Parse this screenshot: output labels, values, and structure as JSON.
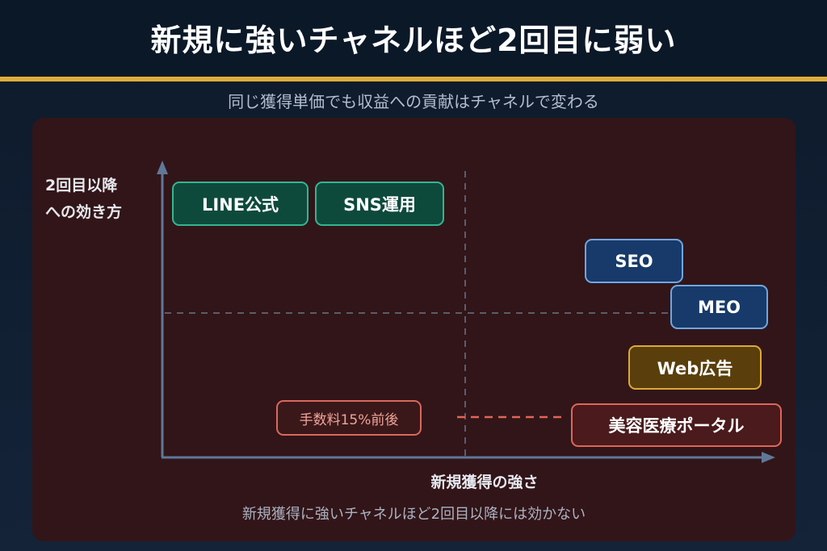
{
  "title": "新規に強いチャネルほど2回目に弱い",
  "subtitle": "同じ獲得単価でも収益への貢献はチャネルで変わる",
  "axes": {
    "y_label_line1": "2回目以降",
    "y_label_line2": "への効き方",
    "x_label": "新規獲得の強さ"
  },
  "channels": {
    "line": "LINE公式",
    "sns": "SNS運用",
    "seo": "SEO",
    "meo": "MEO",
    "web_ad": "Web広告",
    "portal": "美容医療ポータル"
  },
  "fee_note": "手数料15%前後",
  "footnote": "新規獲得に強いチャネルほど2回目以降には効かない",
  "colors": {
    "accent_gold": "#e0ad3a",
    "green": "#34b590",
    "blue": "#6fa6e0",
    "gold": "#dbaa38",
    "red": "#e0655a"
  }
}
